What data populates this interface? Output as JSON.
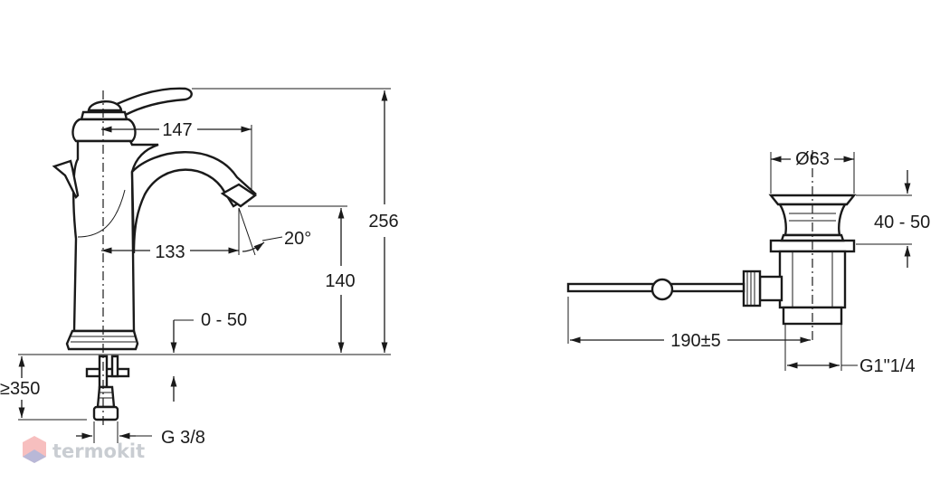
{
  "faucet": {
    "dims": {
      "reach_top": "147",
      "reach_bottom": "133",
      "spout_angle": "20°",
      "total_height": "256",
      "spout_height": "140",
      "deck_thickness": "0 - 50",
      "hose_length": "≥350",
      "thread": "G 3/8"
    }
  },
  "drain": {
    "dims": {
      "diameter": "Ø63",
      "height_range": "40 - 50",
      "rod_length": "190±5",
      "thread": "G1\"1/4"
    }
  },
  "watermark": {
    "text": "termokit",
    "colors": {
      "primary": "#f08a8a",
      "secondary": "#8fb4e8"
    }
  }
}
